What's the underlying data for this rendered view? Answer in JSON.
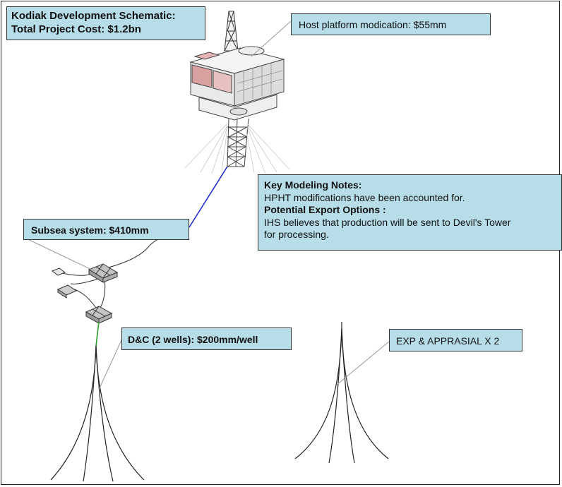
{
  "title": {
    "line1": "Kodiak Development Schematic:",
    "line2": "Total Project Cost: $1.2bn"
  },
  "callouts": {
    "host_platform": "Host platform modication: $55mm",
    "subsea": "Subsea system: $410mm",
    "dc": "D&C (2 wells): $200mm/well",
    "exp": "EXP & APPRASIAL X 2"
  },
  "notes": {
    "heading": "Key Modeling Notes:",
    "line1": "HPHT modifications have been accounted for.",
    "export_heading": "Potential Export Options :",
    "line2": "IHS believes that production will be sent to Devil's Tower",
    "line3": "for processing."
  },
  "colors": {
    "callout_fill": "#b7dde8",
    "flowline": "#1f2fd0",
    "well_connector": "#2e9e2e",
    "platform_accent": "#d9a0a0"
  }
}
